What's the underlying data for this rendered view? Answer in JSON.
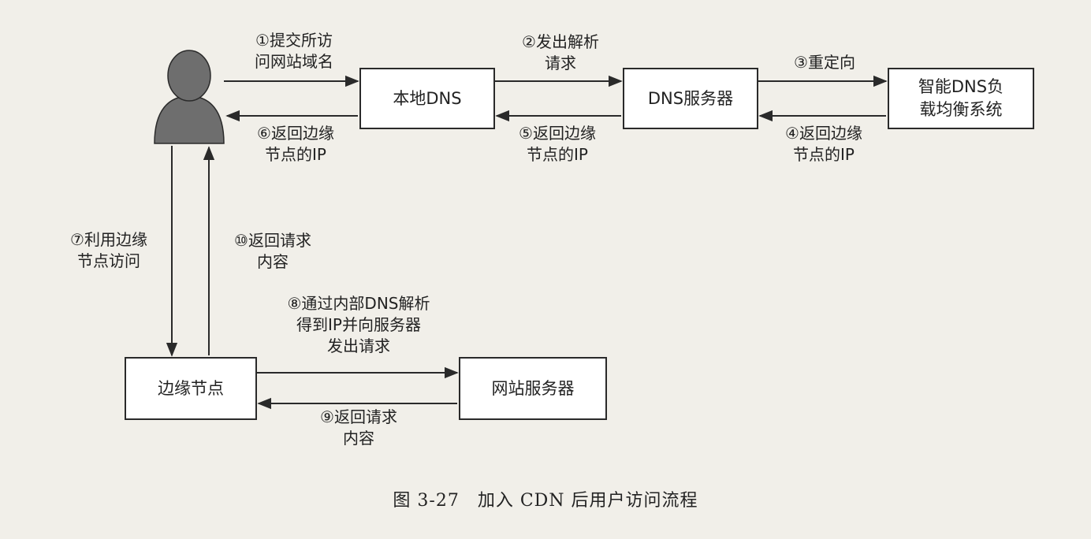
{
  "boxes": {
    "local_dns": "本地DNS",
    "dns_server": "DNS服务器",
    "smart_dns": "智能DNS负\n载均衡系统",
    "edge_node": "边缘节点",
    "web_server": "网站服务器"
  },
  "steps": {
    "s1": "①提交所访\n问网站域名",
    "s2": "②发出解析\n请求",
    "s3": "③重定向",
    "s4": "④返回边缘\n节点的IP",
    "s5": "⑤返回边缘\n节点的IP",
    "s6": "⑥返回边缘\n节点的IP",
    "s7": "⑦利用边缘\n节点访问",
    "s8": "⑧通过内部DNS解析\n得到IP并向服务器\n发出请求",
    "s9": "⑨返回请求\n内容",
    "s10": "⑩返回请求\n内容"
  },
  "caption": "图 3-27　加入 CDN 后用户访问流程",
  "colors": {
    "user_icon": "#6e6e6e",
    "line": "#2a2a2a"
  }
}
